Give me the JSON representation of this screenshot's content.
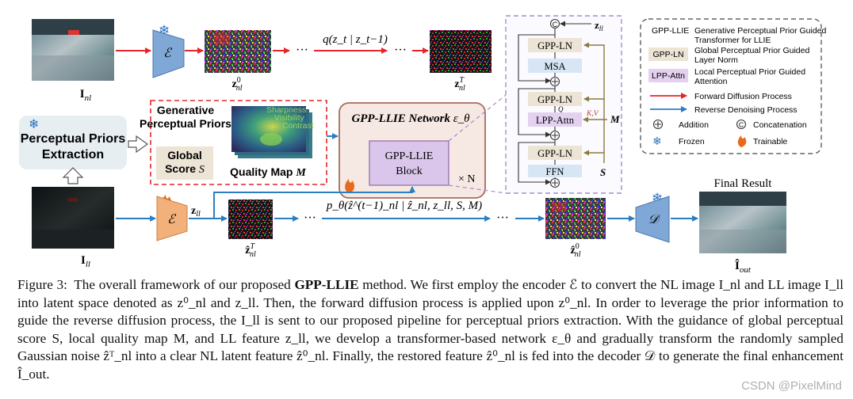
{
  "colors": {
    "forward": "#e8232a",
    "reverse": "#2a7fc3",
    "encoder_fill": "#7fa8d6",
    "encoder_trainable_fill": "#f2b07a",
    "network_fill": "#f6e8e3",
    "network_border": "#a86b5a",
    "block_fill": "#d9c6ea",
    "ln_fill": "#ece4d4",
    "msa_fill": "#d7e6f5",
    "lpp_fill": "#e3d1ef",
    "perceptual_box_fill": "#e6eef2",
    "flame": "#e86a1a",
    "snow": "#2a73c0",
    "prior_arrow": "#8b7b3c"
  },
  "icons": {
    "frozen": "snowflake-icon",
    "trainable": "flame-icon",
    "addition": "circled-plus-icon",
    "concatenation": "circled-c-icon"
  },
  "images": {
    "nl_label": "I_nl",
    "ll_label": "I_ll",
    "z0_label": "z0_nl",
    "zT_label": "zT_nl",
    "zT_hat_label": "ẑT_nl",
    "z0_hat_label": "ẑ0_nl",
    "out_label": "Î_out",
    "final_result": "Final Result"
  },
  "top_row": {
    "encoder_symbol": "ℰ",
    "forward_process": "q(z_t | z_t−1)",
    "ellipsis": "···"
  },
  "bottom_row": {
    "encoder_symbol": "ℰ",
    "decoder_symbol": "𝒟",
    "z_ll_label": "z_ll",
    "reverse_process": "p_θ(ẑ^(t−1)_nl | ẑ_nl, z_ll, S, M)",
    "ellipsis": "···"
  },
  "priors": {
    "box_label": "Perceptual Priors Extraction",
    "title": "Generative Perceptual Priors",
    "global_score": "Global Score",
    "global_score_symbol": "S",
    "quality_map": "Quality Map",
    "quality_map_symbol": "M",
    "attributes": [
      "Sharpness",
      "Visibility",
      "Contrast"
    ]
  },
  "network": {
    "title": "GPP-LLIE Network",
    "title_symbol": "ε_θ",
    "block_label": "GPP-LLIE Block",
    "repeat": "× N"
  },
  "block_detail": {
    "z_ll": "z_ll",
    "concat": "©",
    "gpp_ln_1": "GPP-LN",
    "msa": "MSA",
    "gpp_ln_2": "GPP-LN",
    "q": "Q",
    "kv": "K,V",
    "lpp_attn": "LPP-Attn",
    "m": "M",
    "gpp_ln_3": "GPP-LN",
    "ffn": "FFN",
    "s": "S"
  },
  "legend": {
    "items": [
      {
        "key": "GPP-LLIE",
        "text": "Generative Perceptual Prior Guided Transformer for LLIE"
      },
      {
        "key": "GPP-LN",
        "text": "Global Perceptual Prior Guided Layer Norm"
      },
      {
        "key": "LPP-Attn",
        "text": "Local Perceptual Prior Guided Attention"
      },
      {
        "key": "",
        "text": "Forward Diffusion Process"
      },
      {
        "key": "",
        "text": "Reverse Denoising Process"
      }
    ],
    "addition": "Addition",
    "concatenation": "Concatenation",
    "frozen": "Frozen",
    "trainable": "Trainable"
  },
  "caption": {
    "figure_label": "Figure 3:",
    "text_before_method": "The overall framework of our proposed",
    "method_name": "GPP-LLIE",
    "text_after_method": "method. We first employ the encoder ℰ to convert the NL image I_nl and LL image I_ll into latent space denoted as z⁰_nl and z_ll. Then, the forward diffusion process is applied upon z⁰_nl. In order to leverage the prior information to guide the reverse diffusion process, the I_ll is sent to our proposed pipeline for perceptual priors extraction. With the guidance of global perceptual score S, local quality map M, and LL feature z_ll, we develop a transformer-based network ε_θ and gradually transform the randomly sampled Gaussian noise ẑᵀ_nl into a clear NL latent feature ẑ⁰_nl. Finally, the restored feature ẑ⁰_nl is fed into the decoder 𝒟 to generate the final enhancement Î_out."
  },
  "watermark": "CSDN @PixelMind"
}
